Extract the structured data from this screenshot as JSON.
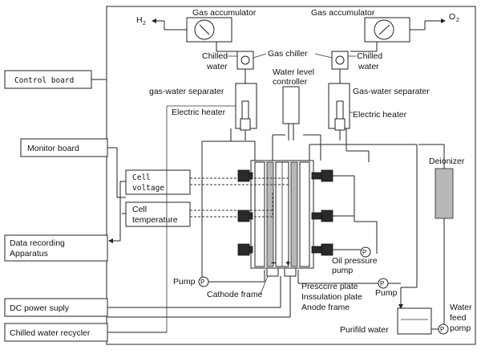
{
  "labels": {
    "h2": "H",
    "h2_sub": "2",
    "o2": "O",
    "o2_sub": "2",
    "gas_accumulator_left": "Gas accumulator",
    "gas_accumulator_right": "Gas accumulator",
    "gas_chiller": "Gas chiller",
    "chilled_water_left_1": "Chilled",
    "chilled_water_left_2": "water",
    "chilled_water_right_1": "Chilled",
    "chilled_water_right_2": "water",
    "water_level_1": "Water level",
    "water_level_2": "controller",
    "gws_left": "gas-water separater",
    "gws_right": "Gas-water separater",
    "heater_left": "Electric heater",
    "heater_right": "Electric heater",
    "deionizer": "Deionizer",
    "cell_voltage_1": "Cell",
    "cell_voltage_2": "voltage",
    "cell_temperature_1": "Cell",
    "cell_temperature_2": "temperature",
    "oil_pressure_1": "Oil pressure",
    "oil_pressure_2": "pump",
    "pump_left": "Pump",
    "pump_right": "Pump",
    "pump_symbol": "P",
    "cathode_frame": "Cathode frame",
    "pressure_plate": "Presccrre plate",
    "insulation_plate": "Inssulation plate",
    "anode_frame": "Anode frame",
    "minus": "−",
    "plus": "+",
    "purified_water": "Purifild water",
    "water_feed_1": "Water",
    "water_feed_2": "feed",
    "water_feed_3": "pomp"
  },
  "side_panels": {
    "control_board": "Control board",
    "monitor_board": "Monitor board",
    "data_recording_1": "Data recording",
    "data_recording_2": "Apparatus",
    "dc_power": "DC power suply",
    "chilled_water_recycler": "Chilled water recycler"
  }
}
